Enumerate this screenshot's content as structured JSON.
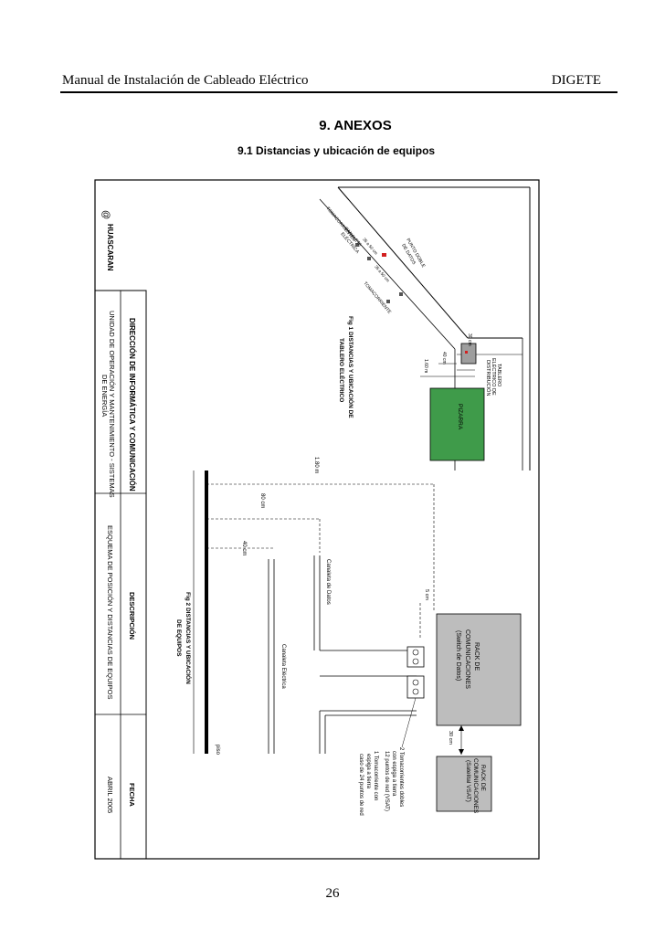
{
  "header": {
    "left": "Manual de Instalación de Cableado Eléctrico",
    "right": "DIGETE"
  },
  "section_title": "9. ANEXOS",
  "subsection_title": "9.1 Distancias y ubicación de equipos",
  "page_number": "26",
  "drawing": {
    "title_block": {
      "logo_text": "HUASCARAN",
      "logo_mark": "@",
      "org": "DIRECCIÓN DE INFORMÁTICA Y COMUNICACIÓN",
      "unit": "UNIDAD DE  OPERACIÓN Y MANTENIMIENTO - SISTEMAS",
      "unit2": "DE ENERGÍA",
      "desc_label": "DESCRIPCIÓN",
      "desc": "ESQUEMA DE POSICIÓN Y DISTANCIAS DE EQUIPOS",
      "date_label": "FECHA",
      "date": "ABRIL 2005"
    },
    "fig1": {
      "caption1": "Fig 1    DISTANCIAS Y UBICACIÓN DE",
      "caption2": "TABLERO ELÉCTRICO",
      "pizarra": "PIZARRA",
      "tablero": "TABLERO",
      "tablero2": "ELÉCTRICO DE",
      "tablero3": "DISTRIBUCIÓN",
      "d30": "30 cm",
      "d40": "40 cm",
      "d160": "1.60 m",
      "punto_doble": "PUNTO DOBLE",
      "de_datos": "DE DATOS",
      "tomacorrientes": "TOMACORRIENTES",
      "canaleta_el": "CANALETA",
      "canaleta_el2": "ELÉCTRICA",
      "tomacorriente": "TOMACORRIENTE",
      "d35a": "35 a 50 cm",
      "d35b": "35 a 50 cm"
    },
    "fig2": {
      "caption1": "Fig 2    DISTANCIAS Y UBICACIÓN",
      "caption2": "DE EQUIPOS",
      "h180": "1.80 m",
      "h80": "80 cm",
      "h40": "40 cm",
      "canaleta_datos": "Canaleta  de Datos",
      "canaleta_electrica": "Canaleta  Eléctrica",
      "d5": "5 cm",
      "d30": "30 cm",
      "piso": "piso",
      "rack1_l1": "RACK DE",
      "rack1_l2": "COMUNICACIONES",
      "rack1_l3": "(Switch de Datos)",
      "rack2_l1": "RACK DE",
      "rack2_l2": "COMUNICACIONES",
      "rack2_l3": "(Satelital VSAT)",
      "note1_l1": "2 Tomacorrientes dobles",
      "note1_l2": "con espiga a tierra",
      "note1_l3": "12 puntos de red (VSAT)",
      "note2_l1": "1 Tomacorriente con",
      "note2_l2": "espiga a tierra",
      "note2_l3": "caso de 24 puntos de red"
    },
    "colors": {
      "pizarra": "#3f9b4a",
      "rack": "#bdbdbd",
      "tablero": "#9e9e9e",
      "outlet_red": "#d22020"
    }
  }
}
